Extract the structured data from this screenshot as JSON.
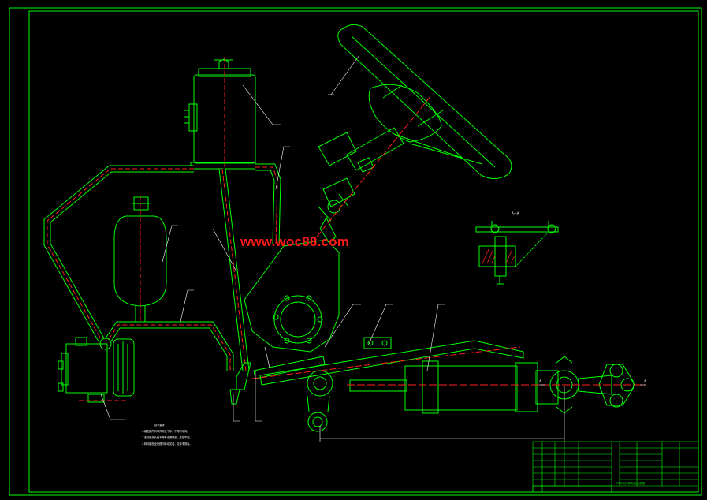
{
  "watermark": "www.woc88.com",
  "section_label": "A—A",
  "section_marks": [
    "A",
    "A"
  ],
  "notes_title": "技术要求",
  "notes_lines": [
    "1.装配前所有零件清洗干净，不得有毛刺。",
    "2.各油管接头处不得有渗漏现象，连接牢固。",
    "3.转向器在全行程内转动灵活，无卡滞现象。"
  ],
  "drawing_title": "汽车动力转向系统总图",
  "colors": {
    "frame": "#00ff00",
    "outline": "#00ff00",
    "centerline": "#ff2020",
    "annotation": "#ffffff",
    "background": "#000000"
  }
}
